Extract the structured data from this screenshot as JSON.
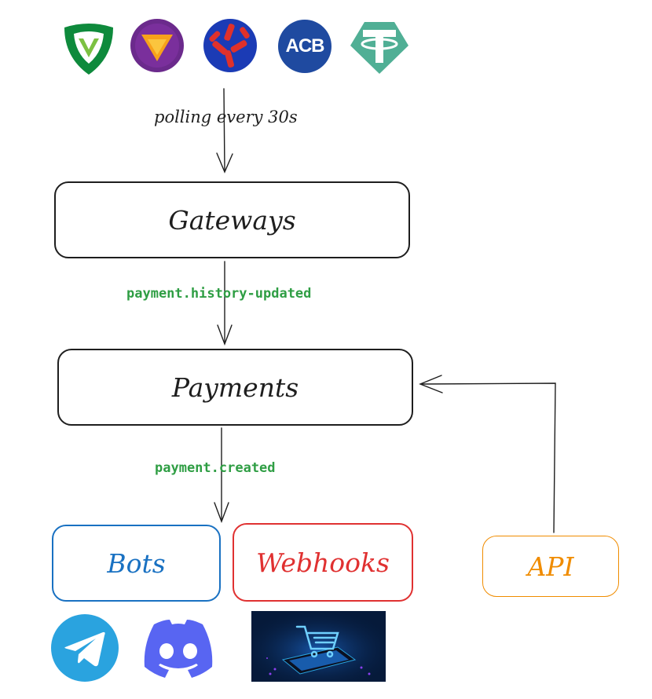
{
  "bank_logos": [
    {
      "name": "vietcombank",
      "icon": "shield-v-icon",
      "color": "#0e8a3c"
    },
    {
      "name": "tpbank",
      "icon": "triangle-badge-icon",
      "color": "#6b2a8c",
      "accent": "#f7a21b"
    },
    {
      "name": "mbbank",
      "icon": "star-cluster-icon",
      "color": "#1b3bb5",
      "accent": "#e0312b"
    },
    {
      "name": "acb",
      "text": "ACB",
      "color": "#1f4aa0"
    },
    {
      "name": "tether",
      "icon": "tether-icon",
      "color": "#50af95"
    }
  ],
  "edges": {
    "polling_label": "polling every 30s",
    "history_label": "payment.history-updated",
    "created_label": "payment.created"
  },
  "nodes": {
    "gateways": "Gateways",
    "payments": "Payments",
    "bots": "Bots",
    "webhooks": "Webhooks",
    "api": "API"
  },
  "colors": {
    "bots": "#1971c2",
    "webhooks": "#e03131",
    "api": "#f08c00",
    "edge_label": "#2f9e44",
    "telegram": "#2aa3df",
    "discord": "#5865f2"
  },
  "bottom_icons": [
    {
      "name": "telegram",
      "icon": "telegram-icon"
    },
    {
      "name": "discord",
      "icon": "discord-icon"
    },
    {
      "name": "shopping",
      "icon": "shopping-cart-phone-icon"
    }
  ]
}
